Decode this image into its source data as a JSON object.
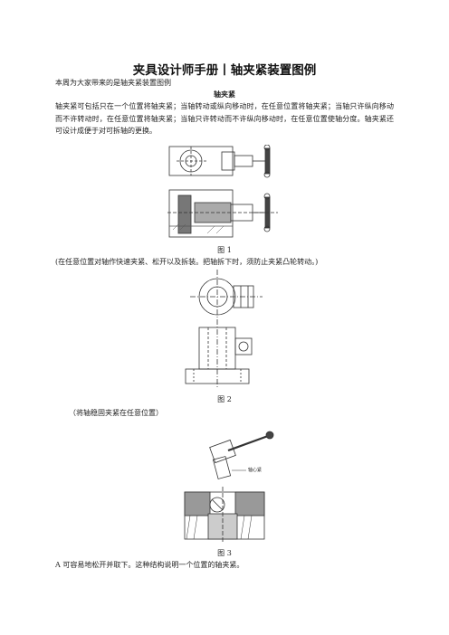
{
  "title": "夹具设计师手册丨轴夹紧装置图例",
  "intro": "本周为大家带来的是轴夹紧装置图例",
  "section_title": "轴夹紧",
  "paragraph": "轴夹紧可包括只在一个位置将轴夹紧；当轴转动或纵向移动时，在任意位置将轴夹紧；当轴只许纵向移动而不许转动时，在任意位置将轴夹紧；当轴只许转动而不许纵向移动时，在任意位置使轴分度。轴夹紧还可设计成便于对可拆轴的更换。",
  "figures": [
    {
      "caption": "图 1",
      "note": "(在任意位置对轴作快速夹紧、松开以及拆装。把轴拆下时，须防止夹紧凸轮转动。)"
    },
    {
      "caption": "图 2",
      "note": "（将轴稳固夹紧在任意位置）"
    },
    {
      "caption": "图 3",
      "note": "A 可容易地松开并取下。这种结构说明一个位置的轴夹紧。",
      "label": "轴心紧"
    }
  ]
}
